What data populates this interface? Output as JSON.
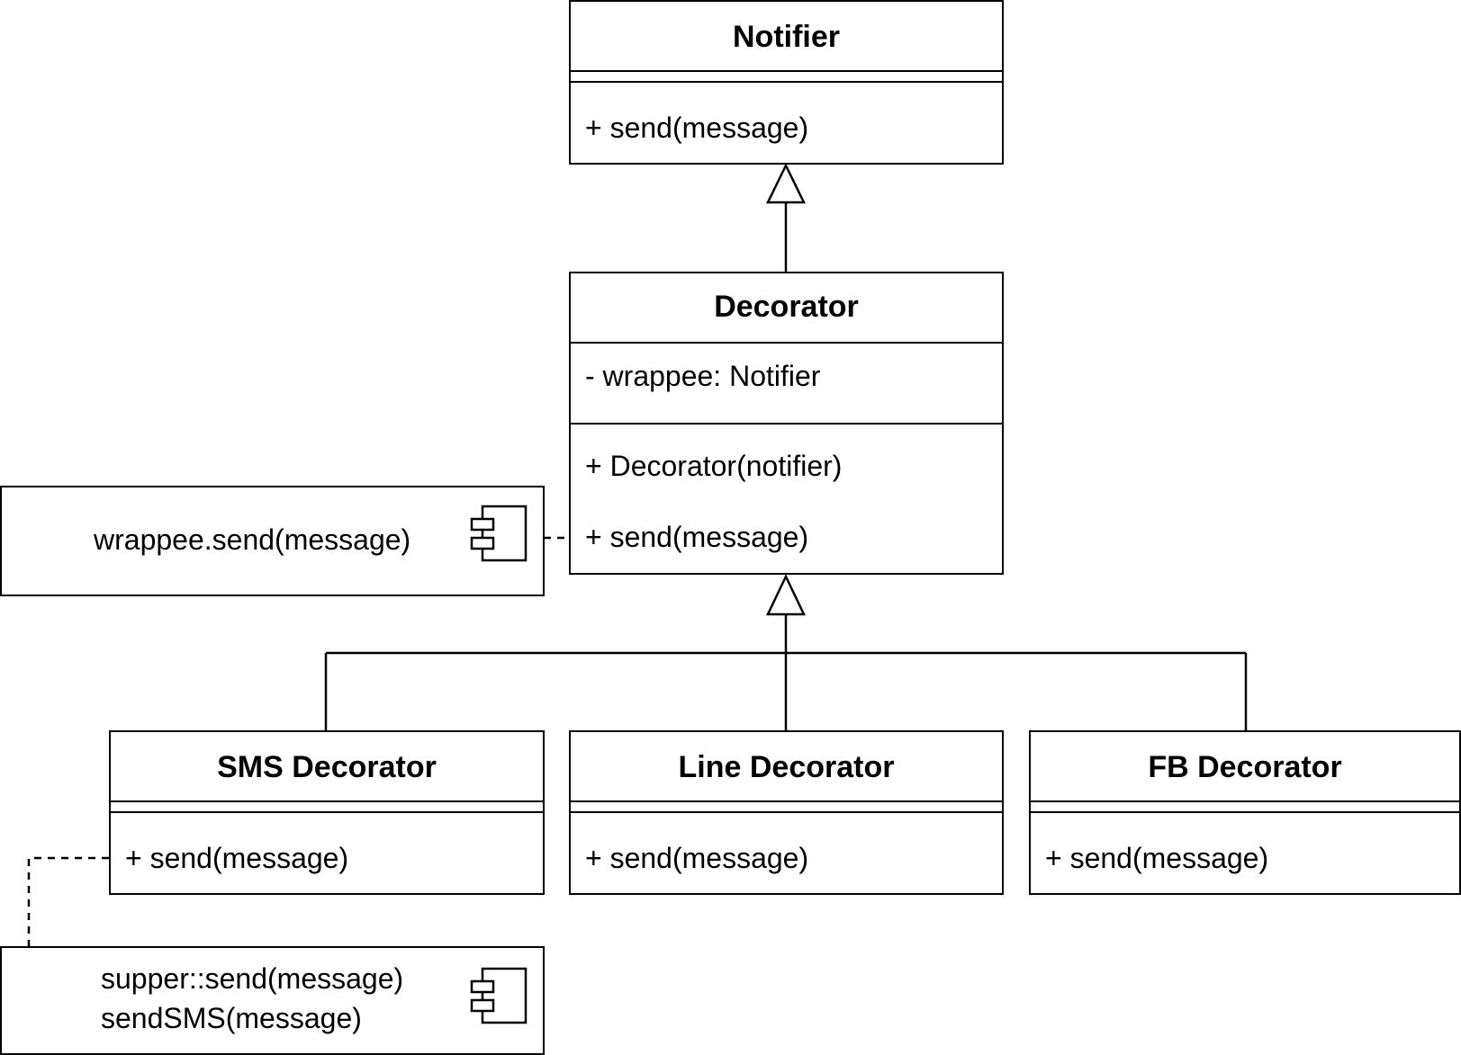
{
  "classes": {
    "notifier": {
      "name": "Notifier",
      "attributes": [],
      "methods": [
        "+ send(message)"
      ]
    },
    "decorator": {
      "name": "Decorator",
      "attributes": [
        "- wrappee: Notifier"
      ],
      "methods": [
        "+ Decorator(notifier)",
        "+ send(message)"
      ]
    },
    "sms": {
      "name": "SMS Decorator",
      "attributes": [],
      "methods": [
        "+ send(message)"
      ]
    },
    "line": {
      "name": "Line Decorator",
      "attributes": [],
      "methods": [
        "+ send(message)"
      ]
    },
    "fb": {
      "name": "FB Decorator",
      "attributes": [],
      "methods": [
        "+ send(message)"
      ]
    }
  },
  "notes": {
    "decorator_send": {
      "lines": [
        "wrappee.send(message)"
      ],
      "icon": "component-icon"
    },
    "sms_send": {
      "lines": [
        "supper::send(message)",
        "sendSMS(message)"
      ],
      "icon": "component-icon"
    }
  },
  "relations": [
    {
      "type": "generalization",
      "from": "Decorator",
      "to": "Notifier"
    },
    {
      "type": "generalization",
      "from": "SMS Decorator",
      "to": "Decorator"
    },
    {
      "type": "generalization",
      "from": "Line Decorator",
      "to": "Decorator"
    },
    {
      "type": "generalization",
      "from": "FB Decorator",
      "to": "Decorator"
    },
    {
      "type": "note-link",
      "from": "wrappee.send(message)",
      "to": "Decorator.send(message)"
    },
    {
      "type": "note-link",
      "from": "supper::send(message)",
      "to": "SMS Decorator.send(message)"
    }
  ],
  "colors": {
    "stroke": "#000000",
    "fill": "#ffffff"
  }
}
